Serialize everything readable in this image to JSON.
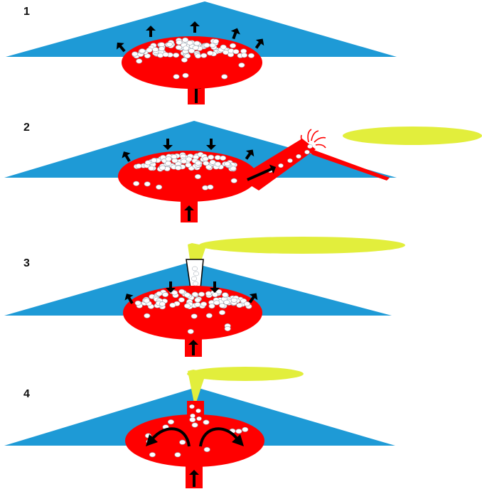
{
  "panels": [
    {
      "label": "1"
    },
    {
      "label": "2"
    },
    {
      "label": "3"
    },
    {
      "label": "4"
    }
  ],
  "colors": {
    "volcano": "#1e9ad6",
    "magma": "#ff0000",
    "plume": "#e2ee3c",
    "bubble": "#ffffff",
    "arrow": "#000000"
  },
  "icons": {
    "arrow": "arrow-icon",
    "bubble": "bubble-icon"
  }
}
